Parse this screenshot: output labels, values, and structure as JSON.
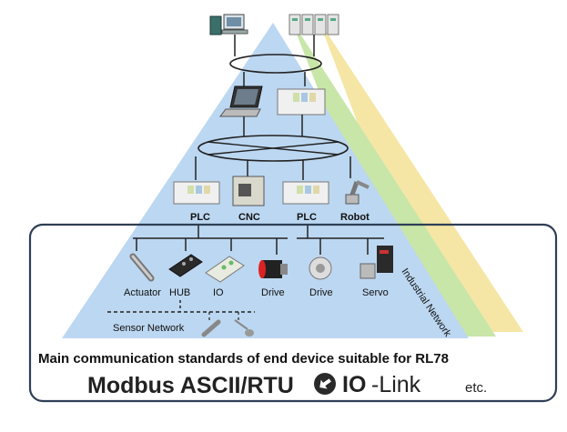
{
  "labels": {
    "plc_left": "PLC",
    "cnc": "CNC",
    "plc_right": "PLC",
    "robot": "Robot",
    "actuator": "Actuator",
    "hub": "HUB",
    "io": "IO",
    "drive_left": "Drive",
    "drive_right": "Drive",
    "servo": "Servo",
    "sensor_network": "Sensor Network",
    "industrial_network": "Industrial Network"
  },
  "footer": {
    "main_title": "Main communication standards of end device suitable for RL78",
    "modbus": "Modbus ASCII/RTU",
    "iolink_io": "IO",
    "iolink_link": "-Link",
    "etc": "etc."
  },
  "colors": {
    "blue_triangle": "#bcd7f1",
    "green_triangle": "#c8e6a8",
    "yellow_triangle": "#f6e6a6",
    "box_border": "#2f3f55",
    "line": "#222222"
  }
}
